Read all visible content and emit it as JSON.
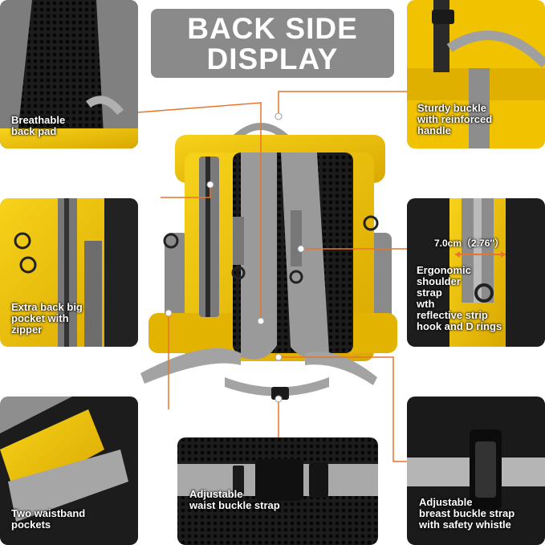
{
  "title": {
    "line1": "BACK SIDE",
    "line2": "DISPLAY"
  },
  "colors": {
    "accent_yellow": "#f2c300",
    "callout_orange": "#e8742c",
    "title_bg": "#8a8a8a",
    "strap_gray": "#9a9a9a"
  },
  "callouts": {
    "back_pad": "Breathable\nback pad",
    "buckle_handle": "Sturdy buckle\nwith reinforced\nhandle",
    "back_pocket": "Extra back big\npocket with\nzipper",
    "shoulder_strap": "Ergonomic\nshoulder\nstrap\nwth\nreflective strip\nhook and D rings",
    "waist_pockets": "Two waistband\npockets",
    "waist_buckle": "Adjustable\nwaist buckle strap",
    "breast_buckle": "Adjustable\nbreast buckle strap\nwith safety whistle"
  },
  "measurement": {
    "label": "7.0cm（2.76″）"
  }
}
